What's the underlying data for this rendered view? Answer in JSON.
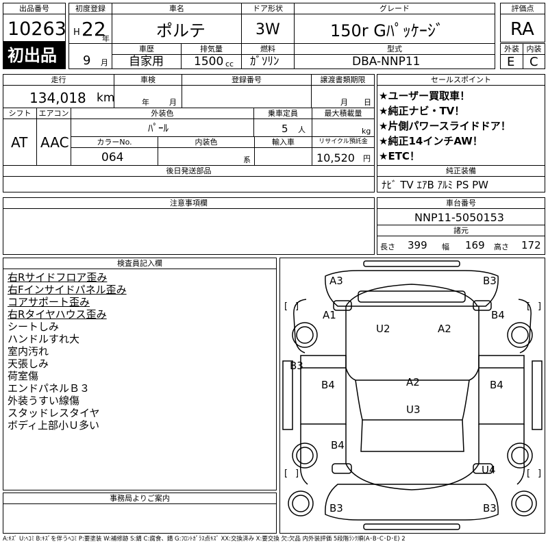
{
  "lot": {
    "label": "出品番号",
    "value": "10263",
    "badge": "初出品"
  },
  "first_registration": {
    "label": "初度登録",
    "era": "H",
    "year": "22",
    "year_unit": "年",
    "month": "9",
    "month_unit": "月"
  },
  "car_name": {
    "label": "車名",
    "value": "ポルテ"
  },
  "door_type": {
    "label": "ドア形状",
    "value": "3W"
  },
  "grade": {
    "label": "グレード",
    "value": "150r Gﾊﾟｯｹｰｼﾞ"
  },
  "rating": {
    "label": "評価点",
    "value": "RA"
  },
  "history": {
    "label": "車歴",
    "value": "自家用"
  },
  "displacement": {
    "label": "排気量",
    "value": "1500",
    "unit": "cc"
  },
  "fuel": {
    "label": "燃料",
    "value": "ｶﾞｿﾘﾝ"
  },
  "model_code": {
    "label": "型式",
    "value": "DBA-NNP11"
  },
  "exterior_score": {
    "label": "外装",
    "value": "E"
  },
  "interior_score": {
    "label": "内装",
    "value": "C"
  },
  "mileage": {
    "label": "走行",
    "value": "134,018",
    "unit": "km"
  },
  "inspection": {
    "label": "車検",
    "year_unit": "年",
    "month_unit": "月"
  },
  "reg_number": {
    "label": "登録番号"
  },
  "transfer_deadline": {
    "label": "譲渡書類期限",
    "month_unit": "月",
    "day_unit": "日"
  },
  "shift": {
    "label": "シフト",
    "value": "AT"
  },
  "aircon": {
    "label": "エアコン",
    "value": "AAC"
  },
  "exterior_color": {
    "label": "外装色",
    "value": "ﾊﾟｰﾙ"
  },
  "capacity": {
    "label": "乗車定員",
    "value": "5",
    "unit": "人"
  },
  "max_load": {
    "label": "最大積載量",
    "unit": "kg"
  },
  "color_no": {
    "label": "カラーNo.",
    "value": "064"
  },
  "interior_color": {
    "label": "内装色",
    "unit": "系"
  },
  "import_car": {
    "label": "輸入車"
  },
  "recycle": {
    "label": "リサイクル預託金",
    "value": "10,520",
    "unit": "円"
  },
  "later_parts": {
    "label": "後日発送部品"
  },
  "sales_points": {
    "label": "セールスポイント",
    "items": [
      "★ユーザー買取車！",
      "★純正ナビ・TV！",
      "★片側パワースライドドア！",
      "★純正14インチAW！",
      "★ETC！"
    ]
  },
  "genuine_equipment": {
    "label": "純正装備",
    "value": "ﾅﾋﾞ TV ｴｱB ｱﾙﾐ PS PW"
  },
  "notes": {
    "label": "注意事項欄"
  },
  "chassis": {
    "label": "車台番号",
    "value": "NNP11-5050153"
  },
  "dimensions": {
    "label": "諸元",
    "length_label": "長さ",
    "length": "399",
    "width_label": "幅",
    "width": "169",
    "height_label": "高さ",
    "height": "172"
  },
  "inspector": {
    "label": "検査員記入欄",
    "lines": [
      {
        "text": "右Rサイドフロア歪み",
        "underline": true
      },
      {
        "text": "右Fインサイドパネル歪み",
        "underline": true
      },
      {
        "text": "コアサポート歪み",
        "underline": true
      },
      {
        "text": "右Rタイヤハウス歪み",
        "underline": true
      },
      {
        "text": "シートしみ",
        "underline": false
      },
      {
        "text": "ハンドルすれ大",
        "underline": false
      },
      {
        "text": "室内汚れ",
        "underline": false
      },
      {
        "text": "天張しみ",
        "underline": false
      },
      {
        "text": "荷室傷",
        "underline": false
      },
      {
        "text": "エンドパネルＢ３",
        "underline": false
      },
      {
        "text": "外装うすい線傷",
        "underline": false
      },
      {
        "text": "スタッドレスタイヤ",
        "underline": false
      },
      {
        "text": "ボディ上部小Ｕ多い",
        "underline": false
      }
    ]
  },
  "office": {
    "label": "事務局よりご案内"
  },
  "diagram": {
    "labels": {
      "a3_tl": "A3",
      "b3_tr": "B3",
      "a1": "A1",
      "u2": "U2",
      "a2_top": "A2",
      "b4_tr": "B4",
      "b3_left": "B3",
      "b4_left": "B4",
      "a2_mid": "A2",
      "b4_right": "B4",
      "u3": "U3",
      "b4_lower": "B4",
      "u4": "U4",
      "b3_bl": "B3",
      "b3_br": "B3"
    }
  },
  "footer": {
    "legend": "A:ｷｽﾞ U:ﾍｺﾐ B:ｷｽﾞを伴うﾍｺﾐ P:要塗装 W:補修跡 S:錆 C:腐食、錆 G:ﾌﾛﾝﾄｶﾞﾗｽ点ｷｽﾞ XX:交換済み X:要交換 欠:欠品 内外装評価 5段階ﾗﾝｸ順(A･B･C･D･E) 2"
  }
}
